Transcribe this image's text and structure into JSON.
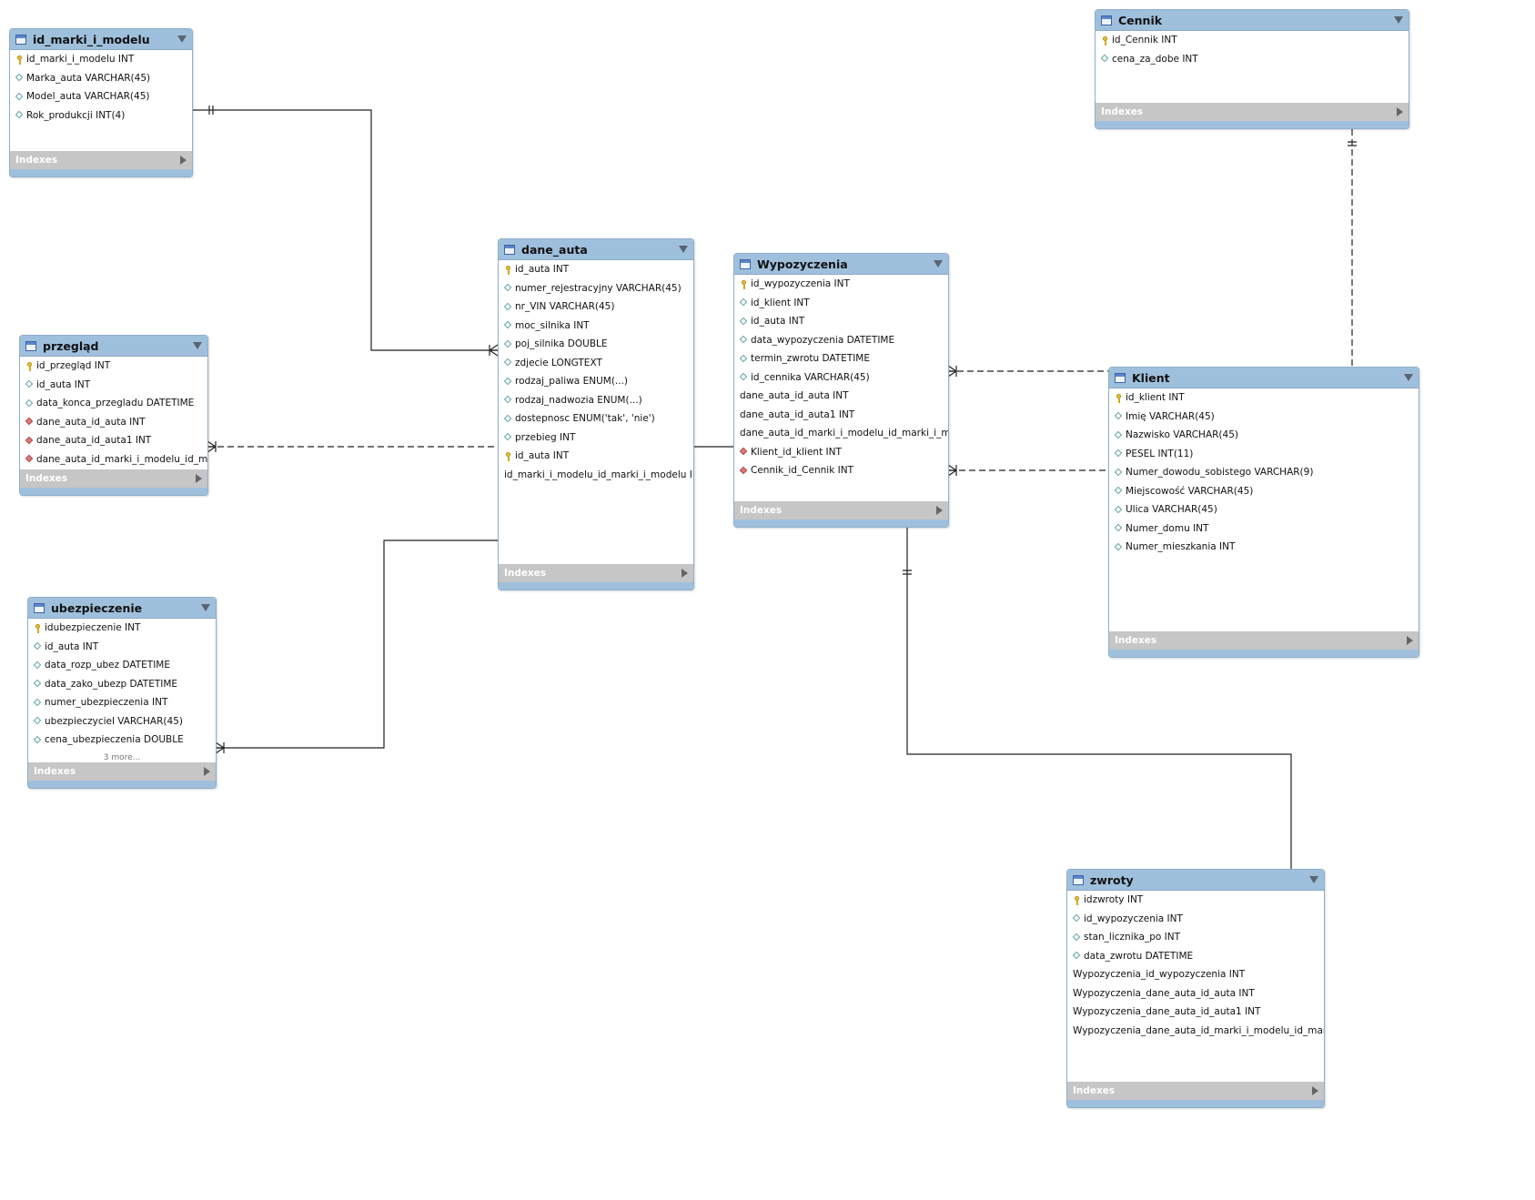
{
  "tables": [
    {
      "id": "id_marki_i_modelu",
      "name": "id_marki_i_modelu",
      "columns": [
        {
          "icon": "pk",
          "text": "id_marki_i_modelu INT"
        },
        {
          "icon": "col",
          "text": "Marka_auta VARCHAR(45)"
        },
        {
          "icon": "col",
          "text": "Model_auta VARCHAR(45)"
        },
        {
          "icon": "col",
          "text": "Rok_produkcji INT(4)"
        }
      ],
      "more": "",
      "indexes": "Indexes"
    },
    {
      "id": "przeglad",
      "name": "przegląd",
      "columns": [
        {
          "icon": "pk",
          "text": "id_przegląd INT"
        },
        {
          "icon": "col",
          "text": "id_auta INT"
        },
        {
          "icon": "col",
          "text": "data_konca_przegladu DATETIME"
        },
        {
          "icon": "fk",
          "text": "dane_auta_id_auta INT"
        },
        {
          "icon": "fk",
          "text": "dane_auta_id_auta1 INT"
        },
        {
          "icon": "fk",
          "text": "dane_auta_id_marki_i_modelu_id_mar..."
        }
      ],
      "more": "",
      "indexes": "Indexes"
    },
    {
      "id": "ubezpieczenie",
      "name": "ubezpieczenie",
      "columns": [
        {
          "icon": "pk",
          "text": "idubezpieczenie INT"
        },
        {
          "icon": "col",
          "text": "id_auta INT"
        },
        {
          "icon": "col",
          "text": "data_rozp_ubez DATETIME"
        },
        {
          "icon": "col",
          "text": "data_zako_ubezp DATETIME"
        },
        {
          "icon": "col",
          "text": "numer_ubezpieczenia INT"
        },
        {
          "icon": "col",
          "text": "ubezpieczyciel VARCHAR(45)"
        },
        {
          "icon": "col",
          "text": "cena_ubezpieczenia DOUBLE"
        }
      ],
      "more": "3 more...",
      "indexes": "Indexes"
    },
    {
      "id": "dane_auta",
      "name": "dane_auta",
      "columns": [
        {
          "icon": "pk",
          "text": "id_auta INT"
        },
        {
          "icon": "col",
          "text": "numer_rejestracyjny VARCHAR(45)"
        },
        {
          "icon": "col",
          "text": "nr_VIN VARCHAR(45)"
        },
        {
          "icon": "col",
          "text": "moc_silnika INT"
        },
        {
          "icon": "col",
          "text": "poj_silnika DOUBLE"
        },
        {
          "icon": "col",
          "text": "zdjecie LONGTEXT"
        },
        {
          "icon": "col",
          "text": "rodzaj_paliwa ENUM(...)"
        },
        {
          "icon": "col",
          "text": "rodzaj_nadwozia ENUM(...)"
        },
        {
          "icon": "col",
          "text": "dostepnosc ENUM('tak', 'nie')"
        },
        {
          "icon": "col",
          "text": "przebieg INT"
        },
        {
          "icon": "pk",
          "text": "id_auta INT"
        },
        {
          "icon": "none",
          "text": "id_marki_i_modelu_id_marki_i_modelu INT"
        }
      ],
      "more": "",
      "indexes": "Indexes"
    },
    {
      "id": "wypozyczenia",
      "name": "Wypozyczenia",
      "columns": [
        {
          "icon": "pk",
          "text": "id_wypozyczenia INT"
        },
        {
          "icon": "col",
          "text": "id_klient INT"
        },
        {
          "icon": "col",
          "text": "id_auta INT"
        },
        {
          "icon": "col",
          "text": "data_wypozyczenia DATETIME"
        },
        {
          "icon": "col",
          "text": "termin_zwrotu DATETIME"
        },
        {
          "icon": "col",
          "text": "id_cennika VARCHAR(45)"
        },
        {
          "icon": "none",
          "text": "dane_auta_id_auta INT"
        },
        {
          "icon": "none",
          "text": "dane_auta_id_auta1 INT"
        },
        {
          "icon": "none",
          "text": "dane_auta_id_marki_i_modelu_id_marki_i_mod..."
        },
        {
          "icon": "fk",
          "text": "Klient_id_klient INT"
        },
        {
          "icon": "fk",
          "text": "Cennik_id_Cennik INT"
        }
      ],
      "more": "",
      "indexes": "Indexes"
    },
    {
      "id": "cennik",
      "name": "Cennik",
      "columns": [
        {
          "icon": "pk",
          "text": "id_Cennik INT"
        },
        {
          "icon": "col",
          "text": "cena_za_dobe INT"
        }
      ],
      "more": "",
      "indexes": "Indexes"
    },
    {
      "id": "klient",
      "name": "Klient",
      "columns": [
        {
          "icon": "pk",
          "text": "id_klient INT"
        },
        {
          "icon": "col",
          "text": "Imię VARCHAR(45)"
        },
        {
          "icon": "col",
          "text": "Nazwisko VARCHAR(45)"
        },
        {
          "icon": "col",
          "text": "PESEL INT(11)"
        },
        {
          "icon": "col",
          "text": "Numer_dowodu_sobistego VARCHAR(9)"
        },
        {
          "icon": "col",
          "text": "Miejscowość VARCHAR(45)"
        },
        {
          "icon": "col",
          "text": "Ulica VARCHAR(45)"
        },
        {
          "icon": "col",
          "text": "Numer_domu INT"
        },
        {
          "icon": "col",
          "text": "Numer_mieszkania INT"
        }
      ],
      "more": "",
      "indexes": "Indexes"
    },
    {
      "id": "zwroty",
      "name": "zwroty",
      "columns": [
        {
          "icon": "pk",
          "text": "idzwroty INT"
        },
        {
          "icon": "col",
          "text": "id_wypozyczenia INT"
        },
        {
          "icon": "col",
          "text": "stan_licznika_po INT"
        },
        {
          "icon": "col",
          "text": "data_zwrotu DATETIME"
        },
        {
          "icon": "none",
          "text": "Wypozyczenia_id_wypozyczenia INT"
        },
        {
          "icon": "none",
          "text": "Wypozyczenia_dane_auta_id_auta INT"
        },
        {
          "icon": "none",
          "text": "Wypozyczenia_dane_auta_id_auta1 INT"
        },
        {
          "icon": "none",
          "text": "Wypozyczenia_dane_auta_id_marki_i_modelu_id_marki_i_..."
        }
      ],
      "more": "",
      "indexes": "Indexes"
    }
  ],
  "relationships": [
    {
      "from": "id_marki_i_modelu",
      "to": "dane_auta",
      "identifying": true,
      "cardinality": "one-to-many"
    },
    {
      "from": "dane_auta",
      "to": "przeglad",
      "identifying": false,
      "cardinality": "one-to-many"
    },
    {
      "from": "dane_auta",
      "to": "ubezpieczenie",
      "identifying": true,
      "cardinality": "one-to-many"
    },
    {
      "from": "dane_auta",
      "to": "wypozyczenia",
      "identifying": true,
      "cardinality": "one-to-many"
    },
    {
      "from": "cennik",
      "to": "wypozyczenia",
      "identifying": false,
      "cardinality": "one-to-many"
    },
    {
      "from": "klient",
      "to": "wypozyczenia",
      "identifying": false,
      "cardinality": "one-to-many"
    },
    {
      "from": "wypozyczenia",
      "to": "zwroty",
      "identifying": true,
      "cardinality": "one-to-many"
    }
  ]
}
